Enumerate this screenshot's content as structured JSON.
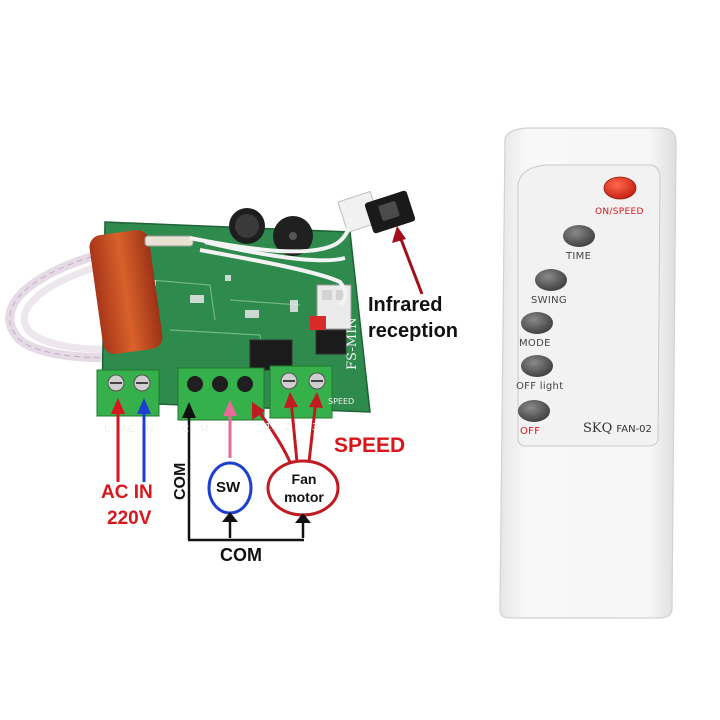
{
  "colors": {
    "annotation_red": "#d8161c",
    "annotation_blue": "#1c3fd0",
    "annotation_pink": "#e86b9c",
    "board_green": "#2f8a4d",
    "terminal_green": "#35b04a",
    "capacitor_orange": "#c8501f",
    "remote_body": "#f4f4f4",
    "remote_button": "#555555",
    "power_button": "#e0301e"
  },
  "board": {
    "silkscreen_model": "FS-MIN",
    "silkscreen_speed": "SPEED",
    "terminal_labels": [
      "L",
      "AC",
      "N",
      "C",
      "M",
      "1",
      "2",
      "3"
    ]
  },
  "annotations": {
    "infrared": [
      "Infrared",
      "reception"
    ],
    "speed": "SPEED",
    "ac_in": "AC IN",
    "voltage": "220V",
    "com_vertical": "COM",
    "com_bottom": "COM",
    "sw": "SW",
    "fan_motor": [
      "Fan",
      "motor"
    ]
  },
  "remote": {
    "buttons": [
      {
        "label": "ON/SPEED",
        "icon": "power-button"
      },
      {
        "label": "TIME",
        "icon": "oval-button"
      },
      {
        "label": "SWING",
        "icon": "oval-button"
      },
      {
        "label": "MODE",
        "icon": "oval-button"
      },
      {
        "label": "OFF light",
        "icon": "oval-button"
      },
      {
        "label": "OFF",
        "icon": "oval-button"
      }
    ],
    "brand": "SKQ",
    "model": "FAN-02"
  }
}
